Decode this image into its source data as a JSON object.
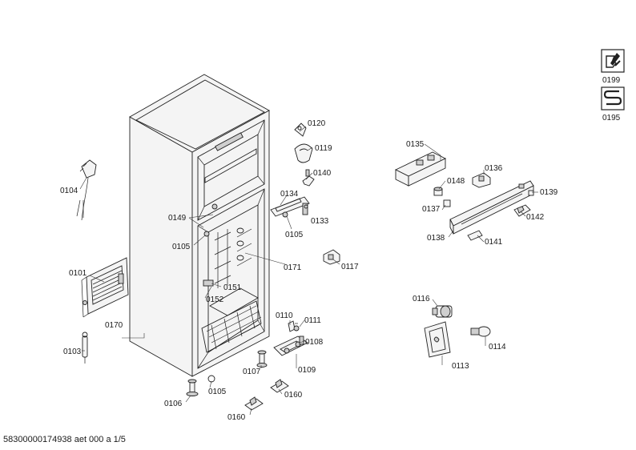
{
  "document": {
    "footer": "58300000174938 aet 000 a 1/5"
  },
  "icons": [
    {
      "name": "service-tool-icon",
      "code": "0199"
    },
    {
      "name": "heating-coil-icon",
      "code": "0195"
    }
  ],
  "part_labels": [
    "0120",
    "0119",
    "0140",
    "0134",
    "0133",
    "0105",
    "0149",
    "0105",
    "0171",
    "0117",
    "0104",
    "0101",
    "0151",
    "0152",
    "0170",
    "0103",
    "0110",
    "0111",
    "0108",
    "0107",
    "0109",
    "0106",
    "0105",
    "0160",
    "0160",
    "0135",
    "0136",
    "0148",
    "0137",
    "0139",
    "0142",
    "0138",
    "0141",
    "0116",
    "0114",
    "0113"
  ]
}
